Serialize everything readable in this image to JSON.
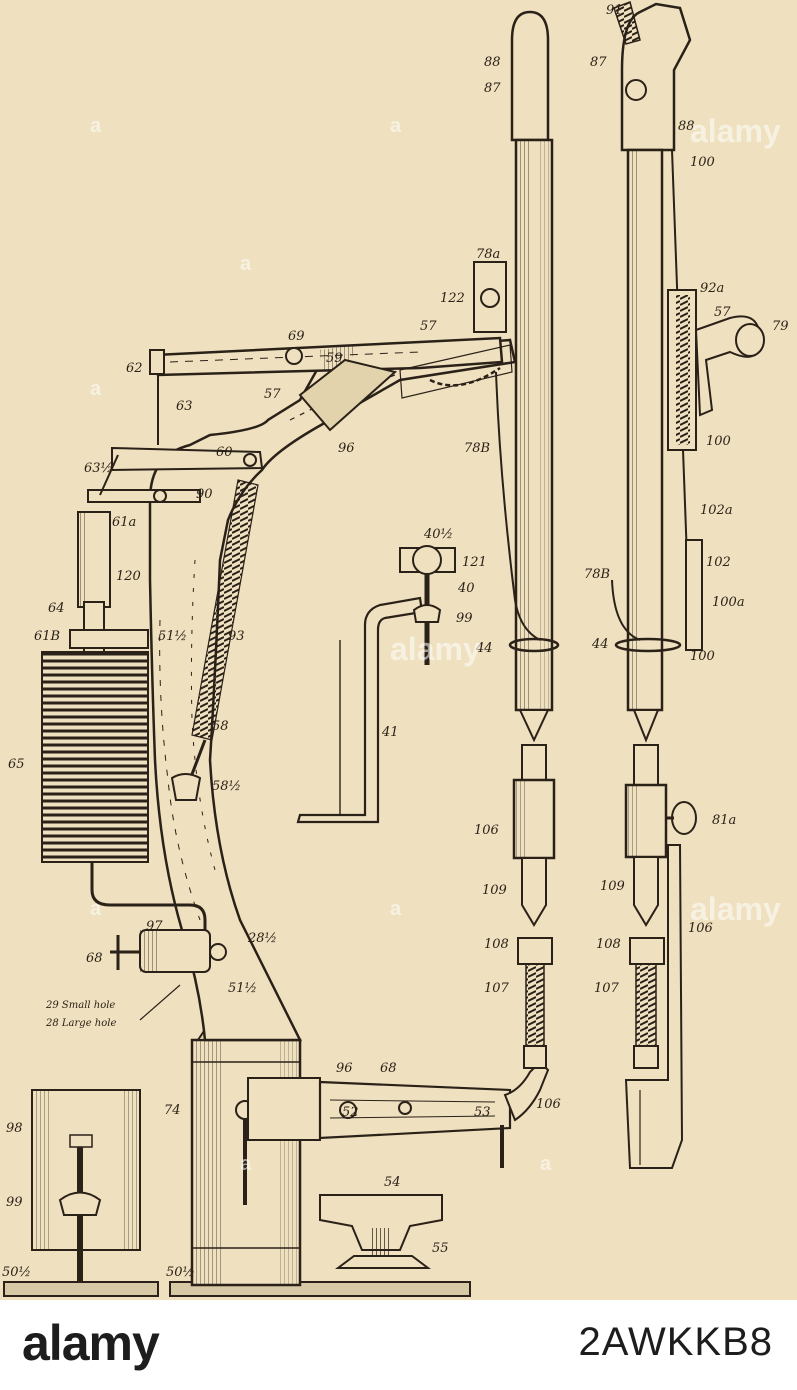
{
  "labels": {
    "l91": "91",
    "l87r": "87",
    "l88r": "88",
    "l100a_top": "100",
    "l92a": "92a",
    "l57r": "57",
    "l79": "79",
    "l100b": "100",
    "l102a": "102a",
    "l102": "102",
    "l100a": "100a",
    "l78br": "78B",
    "l44r": "44",
    "l100c": "100",
    "l81a": "81a",
    "l109r": "109",
    "l106r": "106",
    "l108r": "108",
    "l107r": "107",
    "l88": "88",
    "l87": "87",
    "l78a": "78a",
    "l122": "122",
    "l57": "57",
    "l69": "69",
    "l59": "59",
    "l62": "62",
    "l63": "63",
    "l57b": "57",
    "l96": "96",
    "l78b": "78B",
    "l60": "60",
    "l63h": "63½",
    "l90": "90",
    "l61a": "61a",
    "l120": "120",
    "l40h": "40½",
    "l121": "121",
    "l40": "40",
    "l99": "99",
    "l64": "64",
    "l61b": "61B",
    "l51h": "51½",
    "l93": "93",
    "l44": "44",
    "l41": "41",
    "l58": "58",
    "l65": "65",
    "l58h": "58½",
    "l106": "106",
    "l109": "109",
    "l97": "97",
    "l28h": "28½",
    "l68": "68",
    "l108": "108",
    "l51hb": "51½",
    "l107": "107",
    "l29": "29 Small hole",
    "l28": "28 Large hole",
    "l96b": "96",
    "l68b": "68",
    "l98": "98",
    "l74": "74",
    "l52": "52",
    "l53": "53",
    "l106b": "106",
    "l99b": "99",
    "l54": "54",
    "l55": "55",
    "l50l": "50½",
    "l50r": "50½"
  },
  "watermarks": {
    "letter": "a",
    "alamy": "alamy"
  },
  "footer": {
    "brand": "alamy",
    "image_id": "2AWKKB8"
  },
  "colors": {
    "paper": "#efe0bf",
    "ink": "#2a2118",
    "footer_bg": "#ffffff",
    "footer_text": "#1d1d1d"
  }
}
